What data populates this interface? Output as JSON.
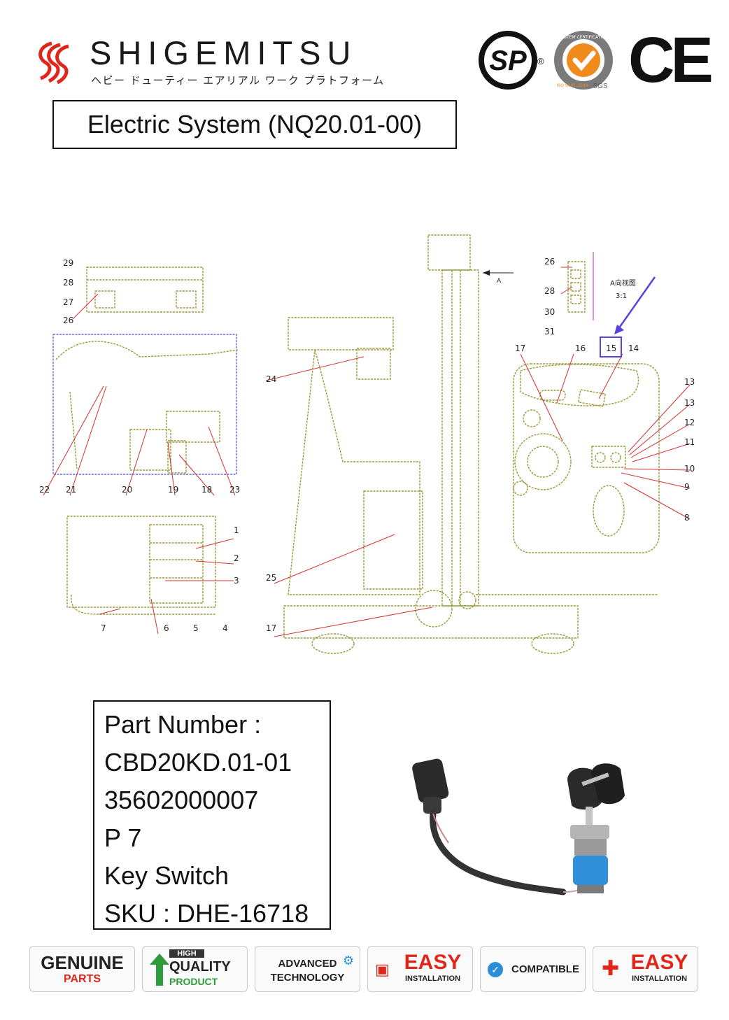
{
  "brand": {
    "name": "SHIGEMITSU",
    "subtitle": "ヘビー ドューティー エアリアル ワーク プラトフォーム"
  },
  "certifications": {
    "csa_text": "SP",
    "csa_reg": "®",
    "sgs_ring_top": "SYSTEM CERTIFICATION",
    "sgs_ring_bottom": "ISO 9001:2008",
    "sgs_label": "SGS",
    "ce": "CE"
  },
  "title": "Electric System (NQ20.01-00)",
  "diagram": {
    "callouts": [
      "29",
      "28",
      "27",
      "26",
      "24",
      "22",
      "21",
      "20",
      "19",
      "18",
      "23",
      "1",
      "2",
      "3",
      "25",
      "7",
      "6",
      "5",
      "4",
      "17",
      "A",
      "26",
      "28",
      "30",
      "31",
      "A向视图",
      "3:1",
      "17",
      "16",
      "15",
      "14",
      "13",
      "13",
      "12",
      "11",
      "10",
      "9",
      "8"
    ],
    "highlighted_callout": "15",
    "highlight_color": "#5b3fe0"
  },
  "part": {
    "lines": [
      "Part Number :",
      "CBD20KD.01-01",
      "35602000007",
      "P 7",
      "Key Switch",
      "SKU : DHE-16718"
    ]
  },
  "badges": [
    {
      "icon": "genuine-icon",
      "line1": "GENUINE",
      "line2": "PARTS"
    },
    {
      "icon": "quality-icon",
      "line1": "HIGH",
      "line2": "QUALITY",
      "line3": "PRODUCT"
    },
    {
      "icon": "gear-icon",
      "line1": "ADVANCED",
      "line2": "TECHNOLOGY"
    },
    {
      "icon": "toolbox-icon",
      "line1": "EASY",
      "line2": "INSTALLATION"
    },
    {
      "icon": "check-icon",
      "line1": "COMPATIBLE"
    },
    {
      "icon": "wrench-icon",
      "line1": "EASY",
      "line2": "INSTALLATION"
    }
  ],
  "colors": {
    "brand_red": "#e0261b",
    "drawing_line": "#9a9a3a",
    "callout_red": "#d43030",
    "guide_blue": "#4a4ae0",
    "csa_black": "#111111",
    "sgs_orange": "#f08a1c"
  }
}
